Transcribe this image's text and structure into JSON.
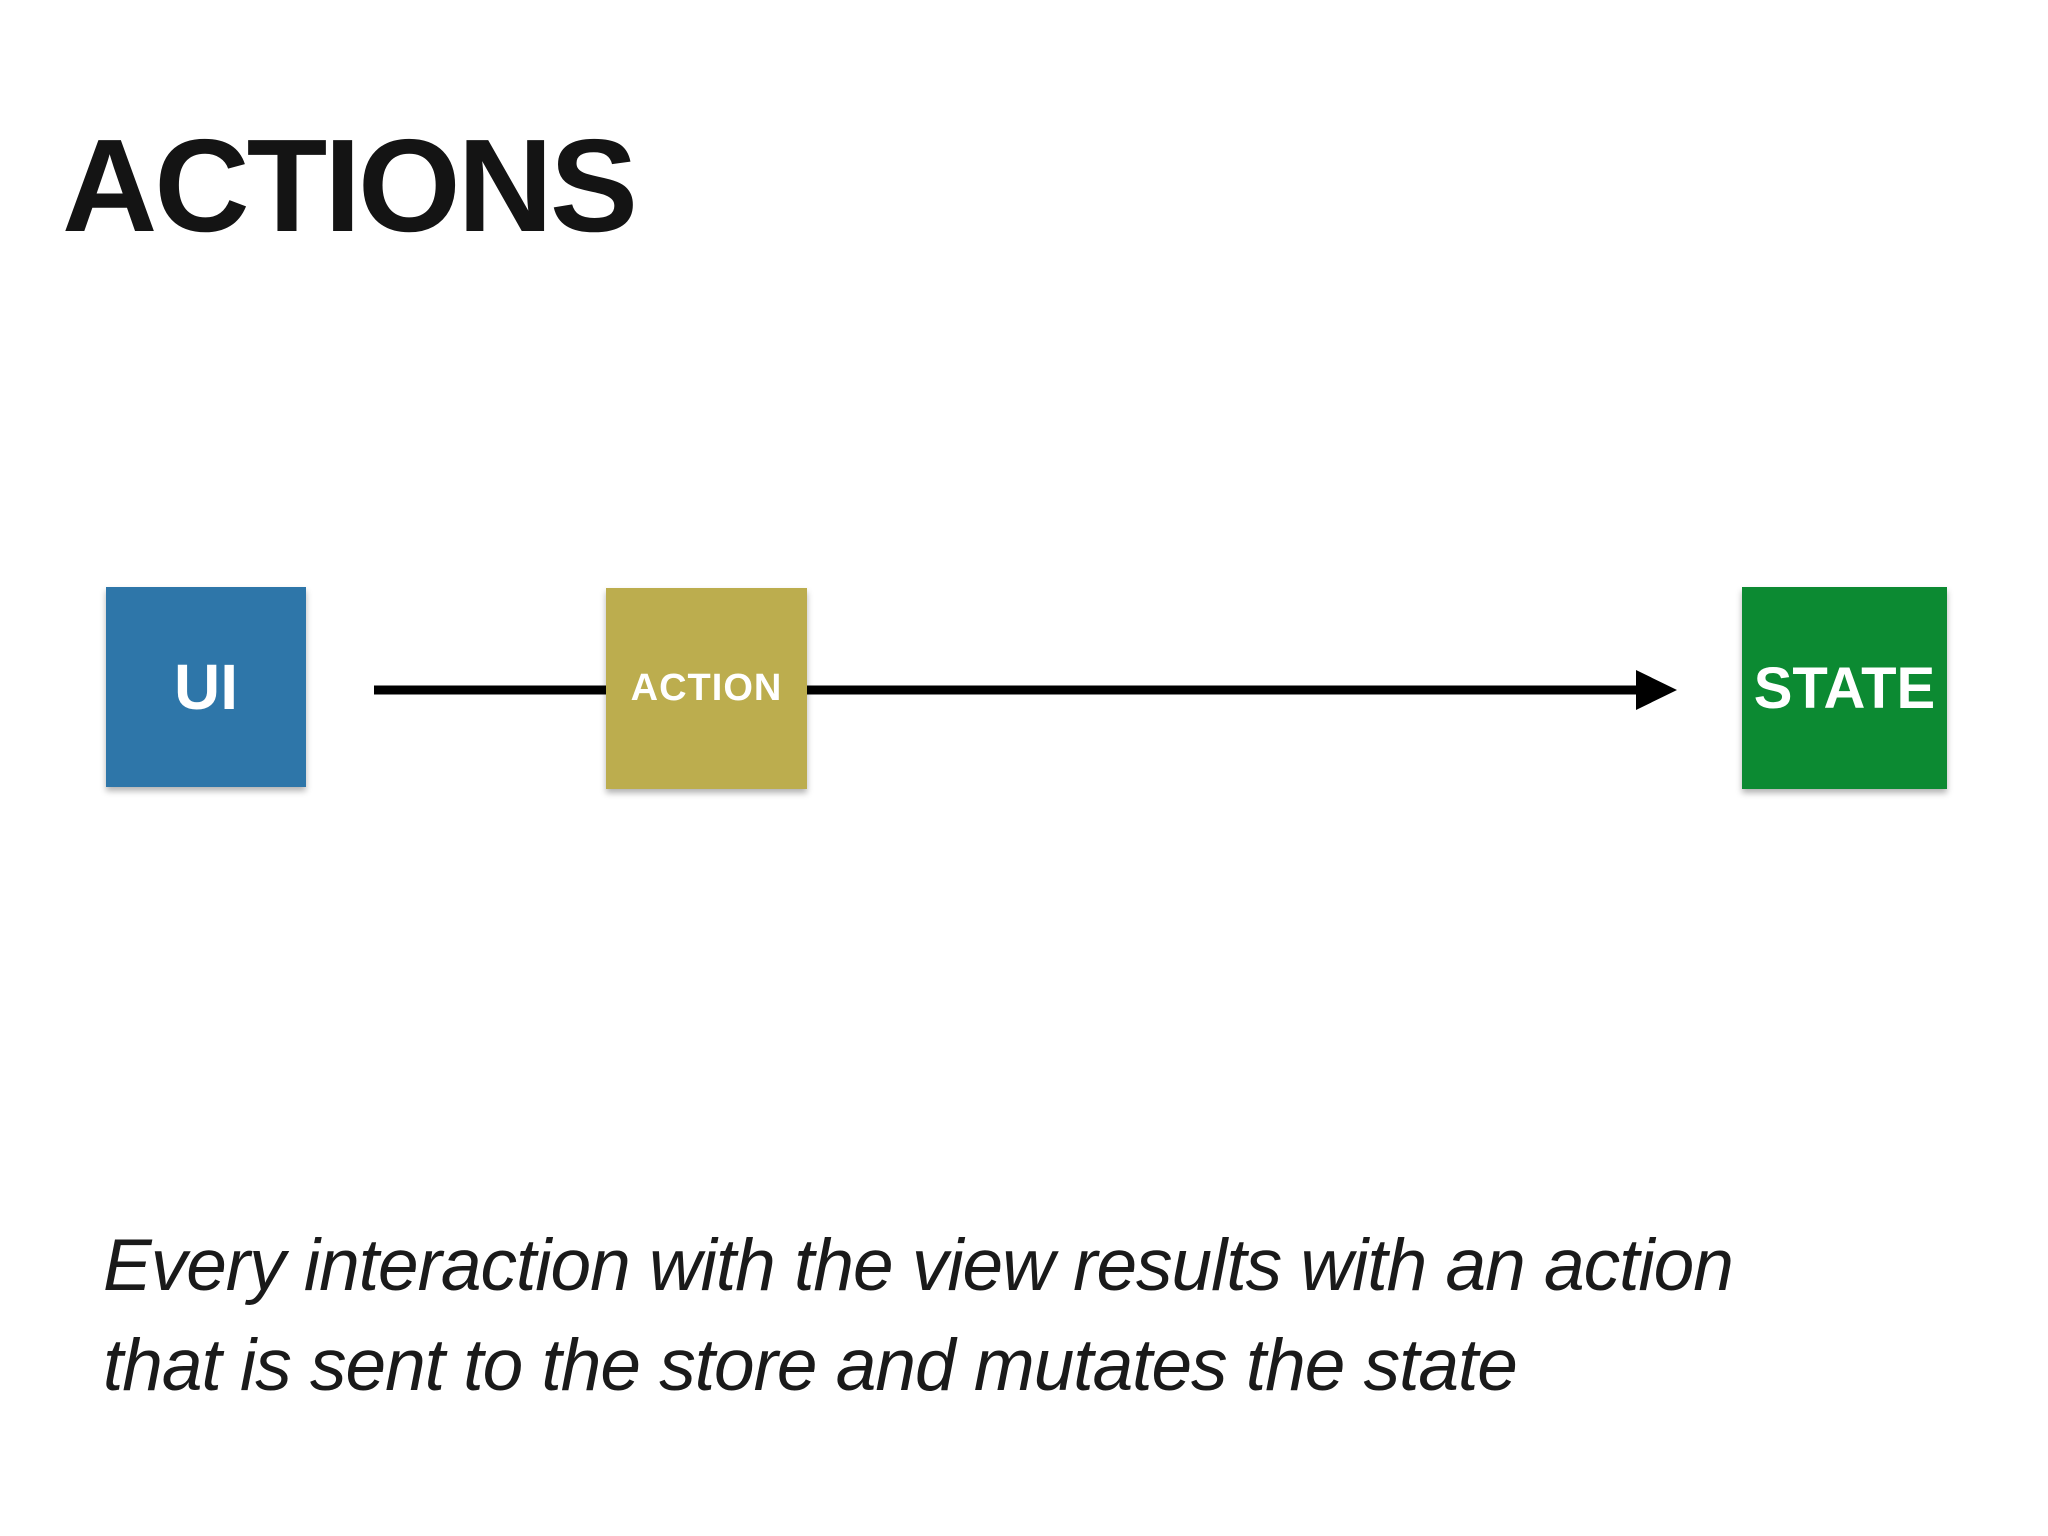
{
  "slide": {
    "background_color": "#ffffff",
    "title": "ACTIONS",
    "title_color": "#141414",
    "caption": {
      "line1": "Every interaction with the view results with an action",
      "line2": "that is sent to the store and mutates the state",
      "color": "#1a1a1a"
    }
  },
  "diagram": {
    "nodes": [
      {
        "id": "ui",
        "label": "UI",
        "color": "#2e76a9",
        "text_color": "#ffffff"
      },
      {
        "id": "action",
        "label": "ACTION",
        "color": "#bcad4e",
        "text_color": "#ffffff"
      },
      {
        "id": "state",
        "label": "STATE",
        "color": "#0c8a32",
        "text_color": "#ffffff"
      }
    ],
    "arrow": {
      "from": "UI",
      "to": "STATE",
      "color": "#000000"
    }
  }
}
